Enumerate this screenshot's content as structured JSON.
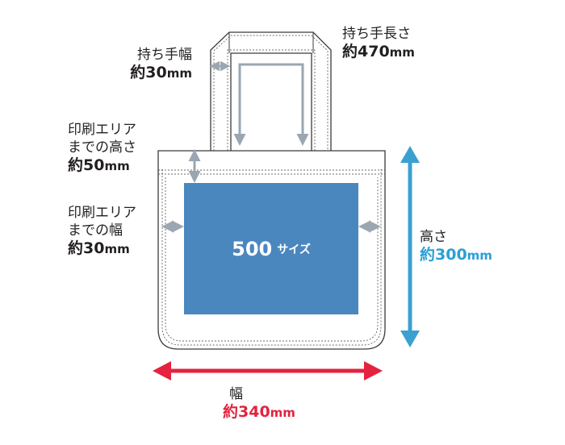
{
  "colors": {
    "print_area": "#4a87bf",
    "height_arrow": "#3aa0cf",
    "width_arrow": "#e3233f",
    "margin_arrow": "#9aa7b2",
    "outline": "#3b3b3b"
  },
  "handle_width": {
    "label": "持ち手幅",
    "value": "約30",
    "unit": "mm"
  },
  "handle_length": {
    "label": "持ち手長さ",
    "value": "約470",
    "unit": "mm"
  },
  "print_top_margin": {
    "line1": "印刷エリア",
    "line2": "までの高さ",
    "value": "約50",
    "unit": "mm"
  },
  "print_side_margin": {
    "line1": "印刷エリア",
    "line2": "までの幅",
    "value": "約30",
    "unit": "mm"
  },
  "bag_height": {
    "label": "高さ",
    "value": "約300",
    "unit": "mm"
  },
  "bag_width": {
    "label": "幅",
    "value": "約340",
    "unit": "mm"
  },
  "print_area": {
    "size": "500",
    "suffix": "サイズ"
  }
}
